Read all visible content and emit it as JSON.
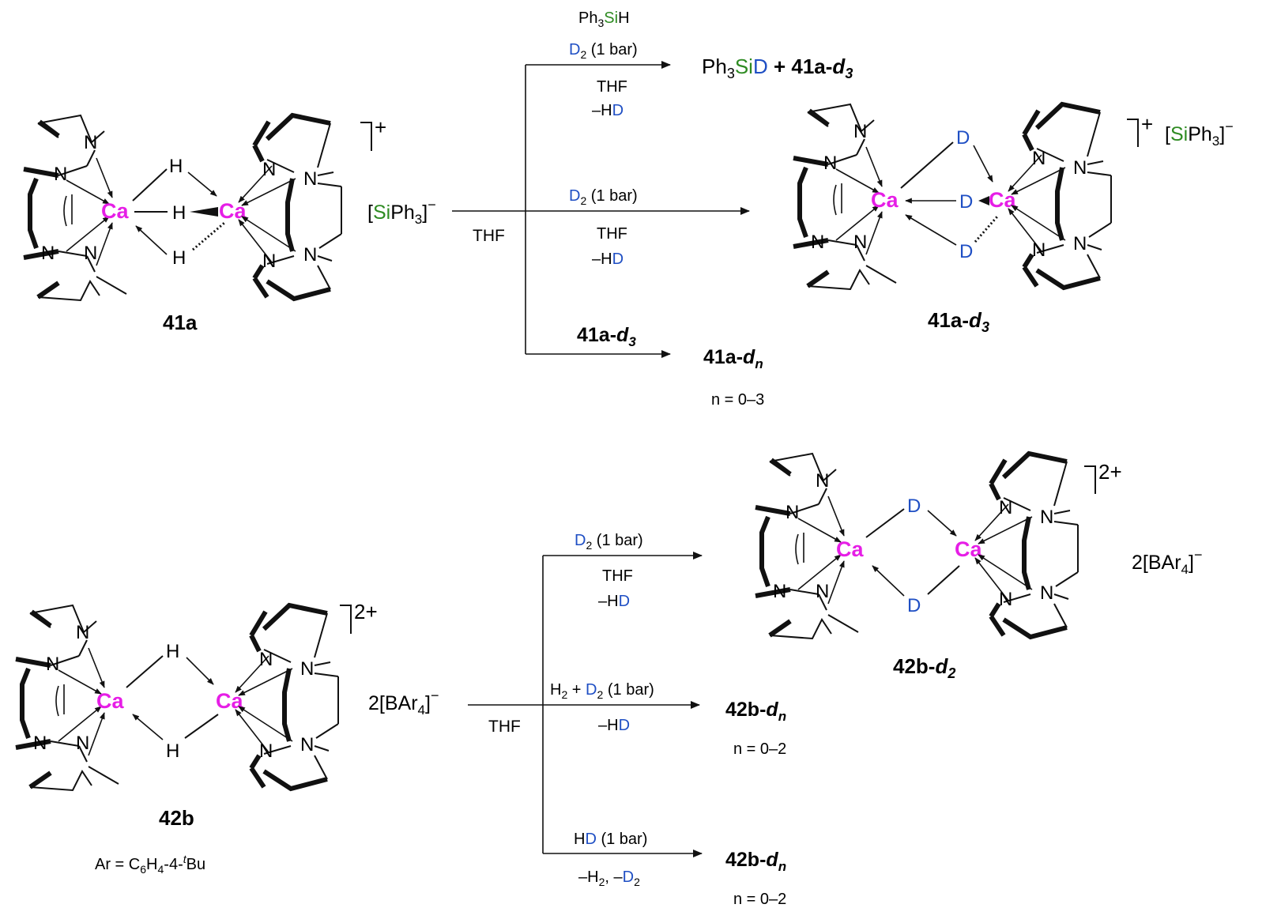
{
  "colors": {
    "calcium": "#e61ee6",
    "deuterium": "#1f4fc4",
    "silicon": "#2e8b22",
    "ink": "#111111"
  },
  "atoms": {
    "ca": "Ca",
    "h": "H",
    "d": "D",
    "n": "N"
  },
  "charges": {
    "plus": "+",
    "two_plus": "2+",
    "minus": "−"
  },
  "upper": {
    "reactant_label": "41a",
    "counterion": {
      "open": "[",
      "si": "Si",
      "ph": "Ph",
      "sub": "3",
      "close": "]"
    },
    "thf": "THF",
    "top_branch": {
      "reagent_a": {
        "ph": "Ph",
        "sub": "3",
        "si": "Si",
        "h": "H"
      },
      "reagent_b": {
        "d": "D",
        "sub": "2",
        "rest": " (1 bar)"
      },
      "solvent": "THF",
      "byproduct": {
        "prefix": "–H",
        "d": "D"
      },
      "product": {
        "ph": "Ph",
        "sub": "3",
        "si": "Si",
        "d": "D",
        "plus": " + ",
        "label": "41a-",
        "italic": "d",
        "isub": "3"
      }
    },
    "middle_branch": {
      "reagent": {
        "d": "D",
        "sub": "2",
        "rest": " (1 bar)"
      },
      "solvent": "THF",
      "byproduct": {
        "prefix": "–H",
        "d": "D"
      },
      "product_label": {
        "main": "41a-",
        "italic": "d",
        "sub": "3"
      },
      "product_counterion": {
        "open": "[",
        "si": "Si",
        "ph": "Ph",
        "sub": "3",
        "close": "]"
      }
    },
    "bottom_branch": {
      "reagent": {
        "main": "41a-",
        "italic": "d",
        "sub": "3"
      },
      "product": {
        "main": "41a-",
        "italic": "d",
        "sub": "n"
      },
      "note": "n = 0–3"
    }
  },
  "lower": {
    "reactant_label": "42b",
    "ar_def": {
      "prefix": "Ar = C",
      "s1": "6",
      "mid": "H",
      "s2": "4",
      "mid2": "-4-",
      "sup": "t",
      "end": "Bu"
    },
    "counterion": {
      "coef": "2[BAr",
      "sub": "4",
      "close": "]"
    },
    "thf": "THF",
    "top_branch": {
      "reagent": {
        "d": "D",
        "sub": "2",
        "rest": " (1 bar)"
      },
      "solvent": "THF",
      "byproduct": {
        "prefix": "–H",
        "d": "D"
      },
      "product_label": {
        "main": "42b-",
        "italic": "d",
        "sub": "2"
      },
      "product_counterion": {
        "coef": "2[BAr",
        "sub": "4",
        "close": "]"
      }
    },
    "middle_branch": {
      "reagent": {
        "h": "H",
        "s1": "2",
        "plus": " + ",
        "d": "D",
        "s2": "2",
        "rest": " (1 bar)"
      },
      "byproduct": {
        "prefix": "–H",
        "d": "D"
      },
      "product": {
        "main": "42b-",
        "italic": "d",
        "sub": "n"
      },
      "note": "n = 0–2"
    },
    "bottom_branch": {
      "reagent": {
        "h": "H",
        "d": "D",
        "rest": " (1 bar)"
      },
      "byproduct": {
        "a": "–H",
        "s1": "2",
        "b": ", –",
        "d": "D",
        "s2": "2"
      },
      "product": {
        "main": "42b-",
        "italic": "d",
        "sub": "n"
      },
      "note": "n = 0–2"
    }
  }
}
